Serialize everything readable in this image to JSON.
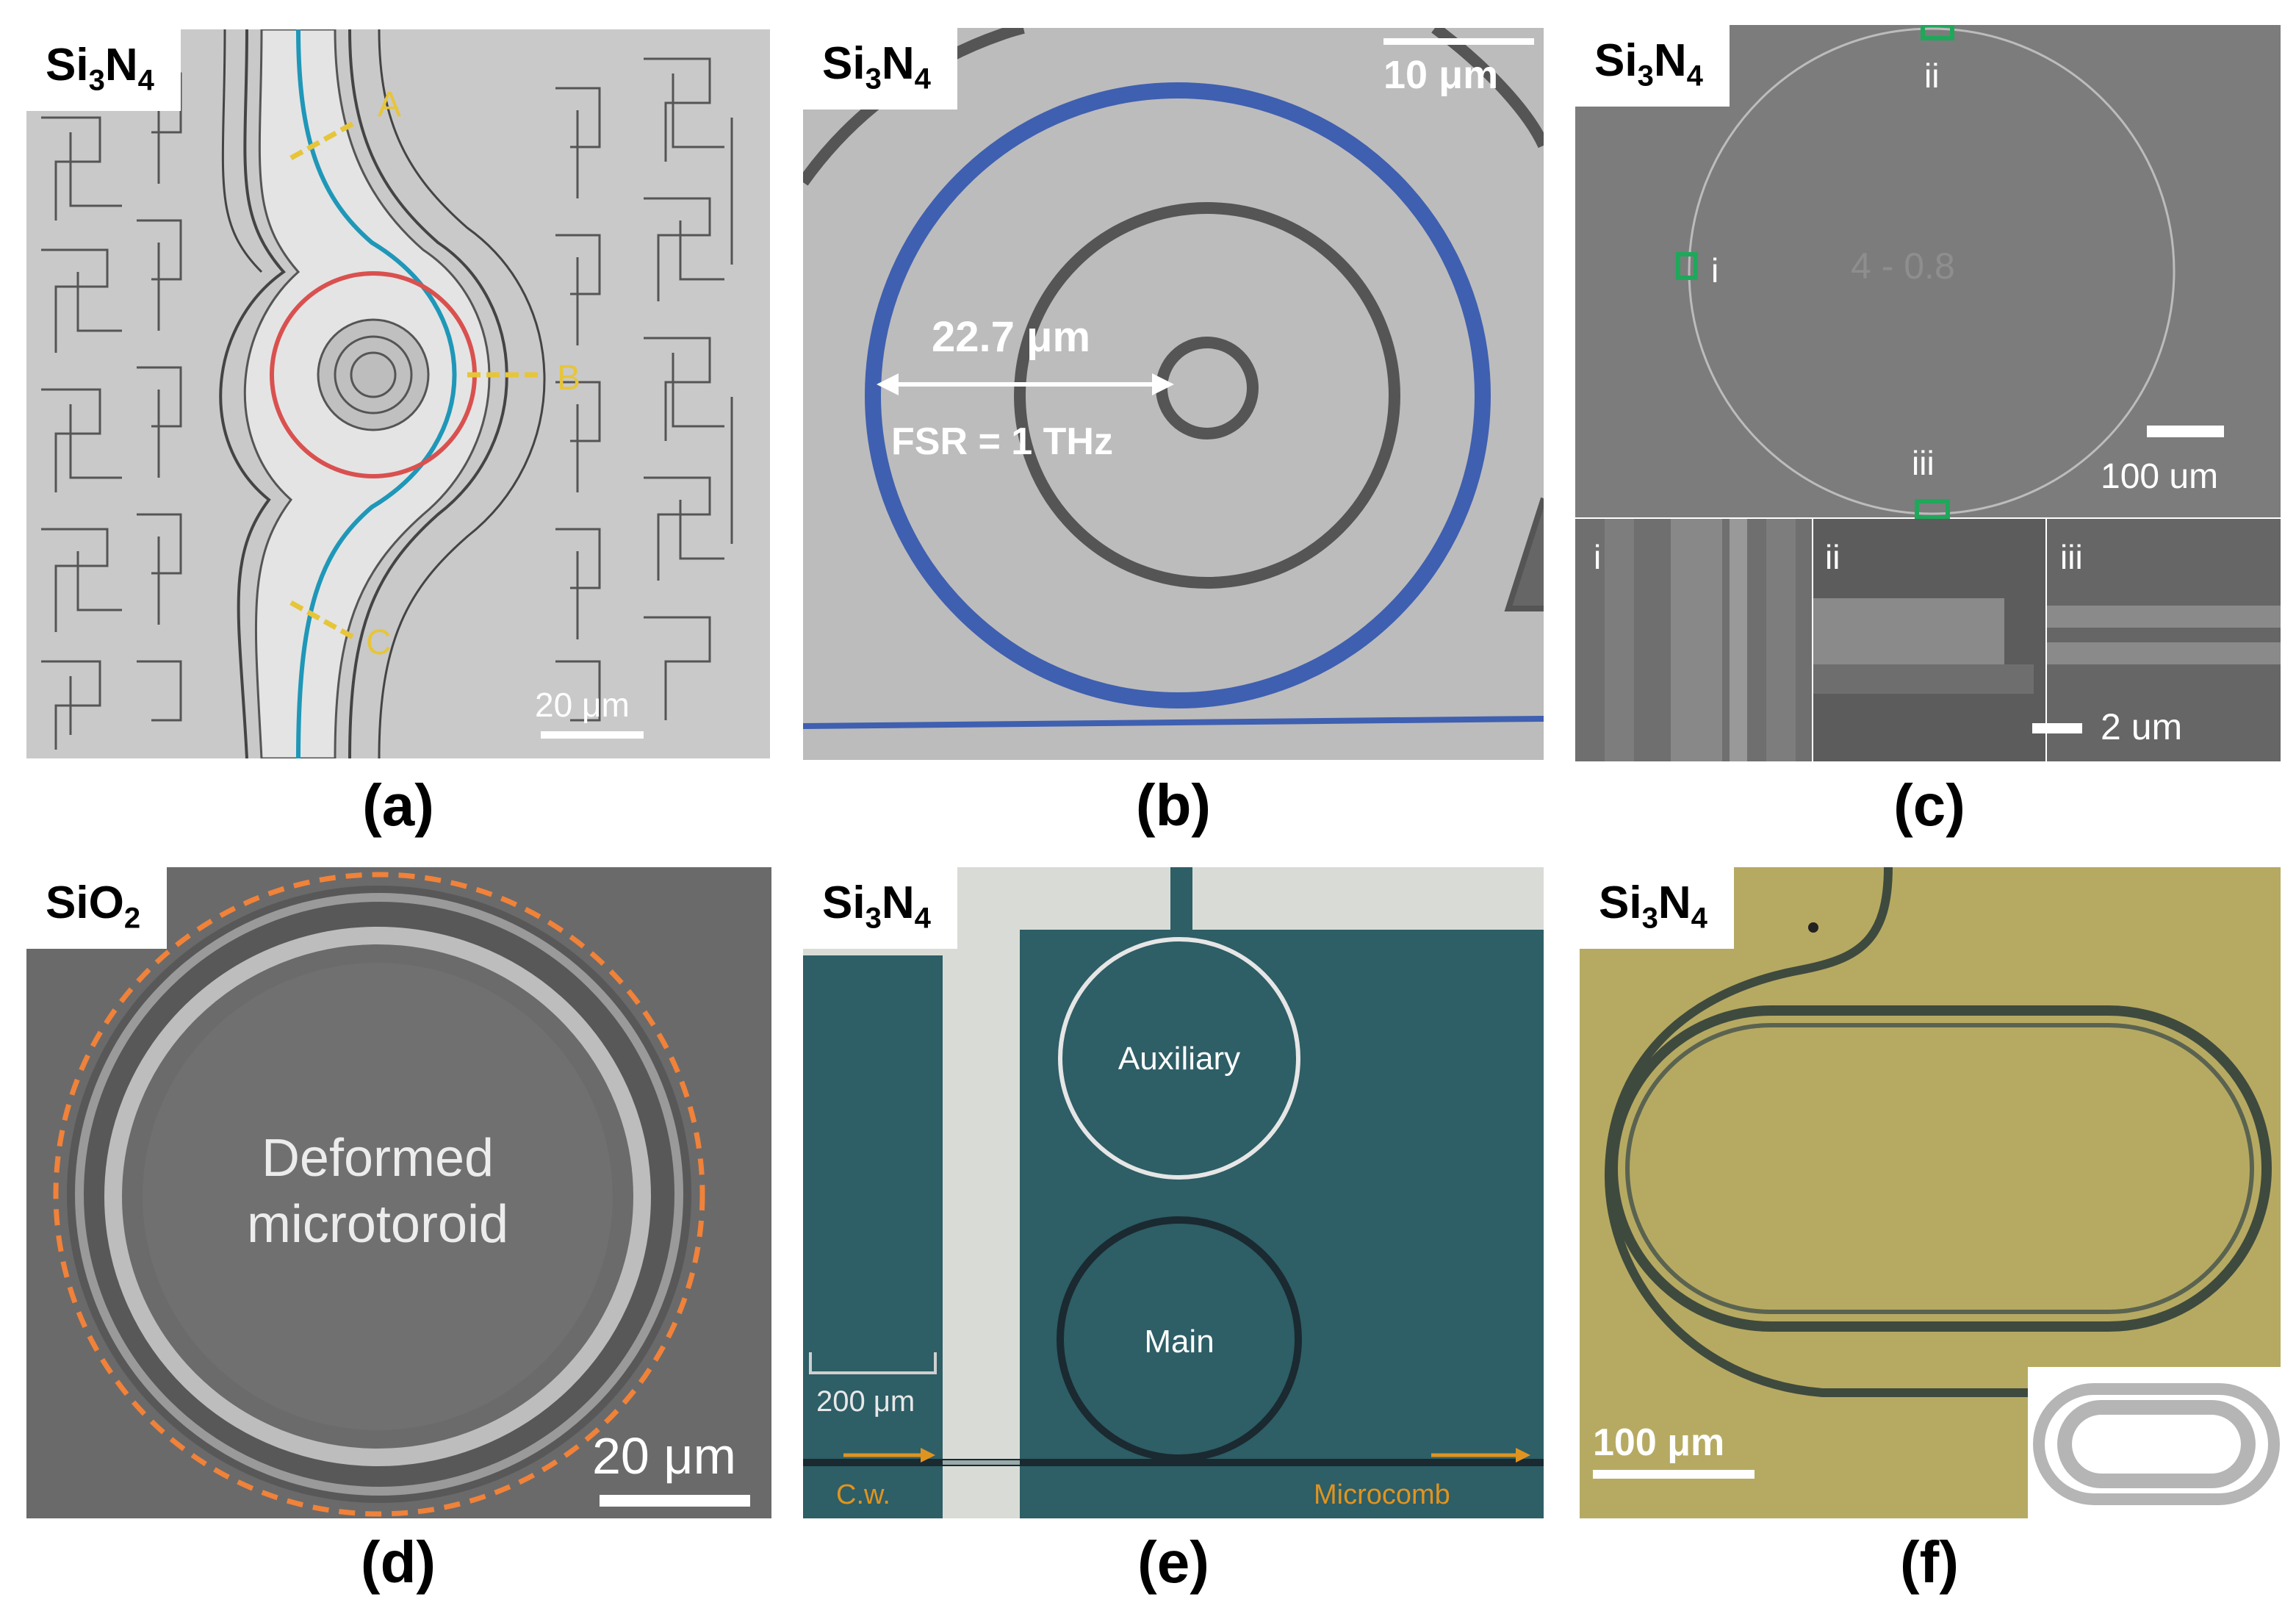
{
  "panels": {
    "a": {
      "caption": "(a)",
      "material_main": "Si",
      "material_sub1": "3",
      "material_mid": "N",
      "material_sub2": "4",
      "labels": [
        "A",
        "B",
        "C"
      ],
      "scale_bar": "20 μm"
    },
    "b": {
      "caption": "(b)",
      "material_main": "Si",
      "material_sub1": "3",
      "material_mid": "N",
      "material_sub2": "4",
      "scale_bar": "10 μm",
      "radius_label": "22.7 μm",
      "fsr_label": "FSR = 1 THz"
    },
    "c": {
      "caption": "(c)",
      "material_main": "Si",
      "material_sub1": "3",
      "material_mid": "N",
      "material_sub2": "4",
      "marker_labels": [
        "i",
        "ii",
        "iii"
      ],
      "engraved_text": "4 - 0.8",
      "scale_bar": "100 um",
      "inset_labels": [
        "i",
        "ii",
        "iii"
      ],
      "inset_scale_bar": "2 um"
    },
    "d": {
      "caption": "(d)",
      "material_main": "SiO",
      "material_sub1": "2",
      "label_line1": "Deformed",
      "label_line2": "microtoroid",
      "scale_bar": "20 μm"
    },
    "e": {
      "caption": "(e)",
      "material_main": "Si",
      "material_sub1": "3",
      "material_mid": "N",
      "material_sub2": "4",
      "auxiliary_label": "Auxiliary",
      "main_label": "Main",
      "scale_bar": "200 μm",
      "input_label": "C.w.",
      "output_label": "Microcomb"
    },
    "f": {
      "caption": "(f)",
      "material_main": "Si",
      "material_sub1": "3",
      "material_mid": "N",
      "material_sub2": "4",
      "scale_bar": "100 μm"
    }
  },
  "colors": {
    "ring_red": "#d9514f",
    "bus_blue": "#1f97b8",
    "ring_blue": "#3f5fb0",
    "marker_green": "#1ea85a",
    "arrow_orange": "#e0941f",
    "dash_orange": "#f0823a",
    "label_yellow": "#e6c53a"
  }
}
